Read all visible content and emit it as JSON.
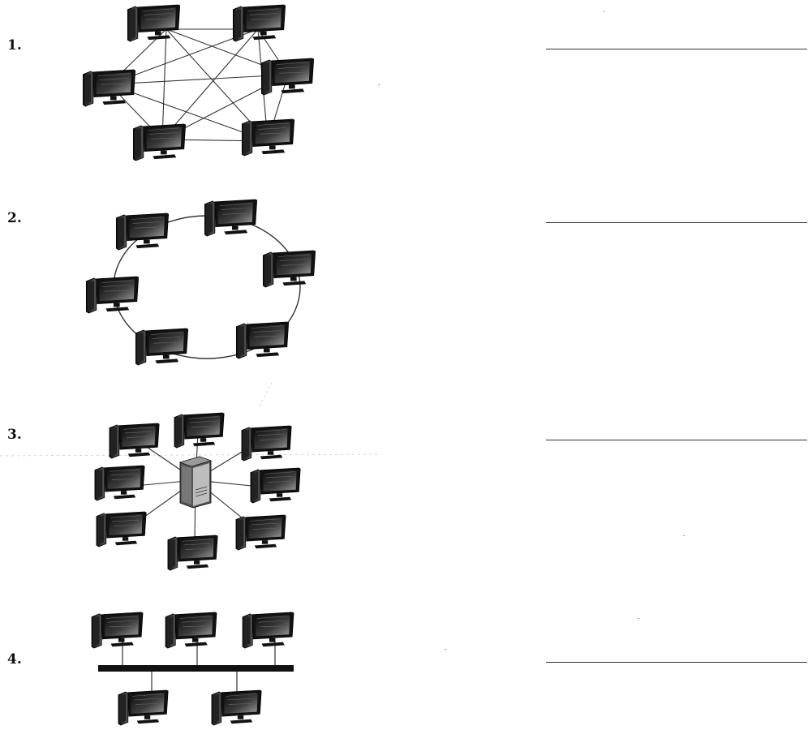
{
  "questions": [
    {
      "number": "1."
    },
    {
      "number": "2."
    },
    {
      "number": "3."
    },
    {
      "number": "4."
    }
  ],
  "colors": {
    "ink": "#111111",
    "screen_dark": "#1a1a1a",
    "screen_light": "#8a8a8a",
    "line": "#333333"
  }
}
